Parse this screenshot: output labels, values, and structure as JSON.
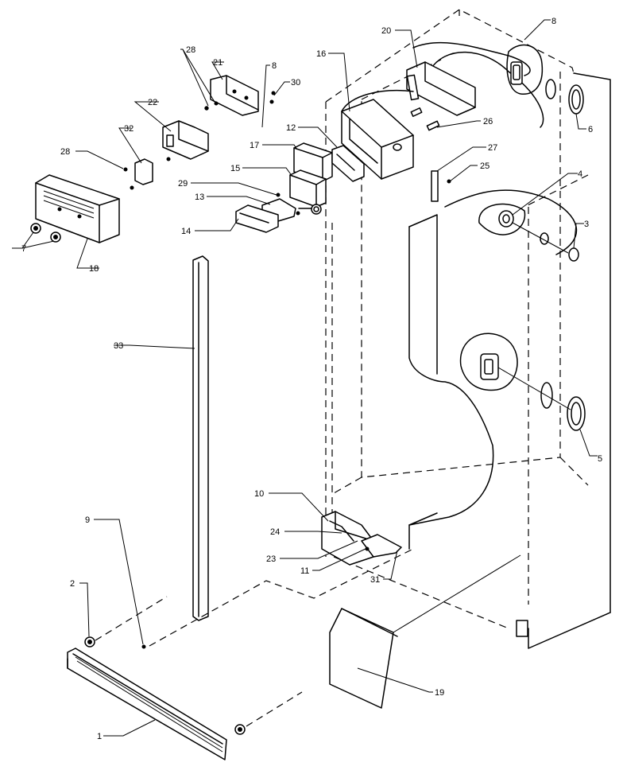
{
  "callouts": [
    {
      "id": "c1",
      "text": "1"
    },
    {
      "id": "c2",
      "text": "2"
    },
    {
      "id": "c3",
      "text": "3"
    },
    {
      "id": "c4",
      "text": "4"
    },
    {
      "id": "c5",
      "text": "5"
    },
    {
      "id": "c6",
      "text": "6"
    },
    {
      "id": "c7",
      "text": "7"
    },
    {
      "id": "c8a",
      "text": "8"
    },
    {
      "id": "c8b",
      "text": "8"
    },
    {
      "id": "c9",
      "text": "9"
    },
    {
      "id": "c10",
      "text": "10"
    },
    {
      "id": "c11",
      "text": "11"
    },
    {
      "id": "c12",
      "text": "12"
    },
    {
      "id": "c13",
      "text": "13"
    },
    {
      "id": "c14",
      "text": "14"
    },
    {
      "id": "c15",
      "text": "15"
    },
    {
      "id": "c16",
      "text": "16"
    },
    {
      "id": "c17",
      "text": "17"
    },
    {
      "id": "c18",
      "text": "18"
    },
    {
      "id": "c19",
      "text": "19"
    },
    {
      "id": "c20",
      "text": "20"
    },
    {
      "id": "c21",
      "text": "21"
    },
    {
      "id": "c22",
      "text": "22"
    },
    {
      "id": "c23",
      "text": "23"
    },
    {
      "id": "c24",
      "text": "24"
    },
    {
      "id": "c25",
      "text": "25"
    },
    {
      "id": "c26",
      "text": "26"
    },
    {
      "id": "c27",
      "text": "27"
    },
    {
      "id": "c28a",
      "text": "28"
    },
    {
      "id": "c28b",
      "text": "28"
    },
    {
      "id": "c29",
      "text": "29"
    },
    {
      "id": "c30",
      "text": "30"
    },
    {
      "id": "c31",
      "text": "31"
    },
    {
      "id": "c32",
      "text": "32"
    },
    {
      "id": "c33",
      "text": "33"
    }
  ]
}
